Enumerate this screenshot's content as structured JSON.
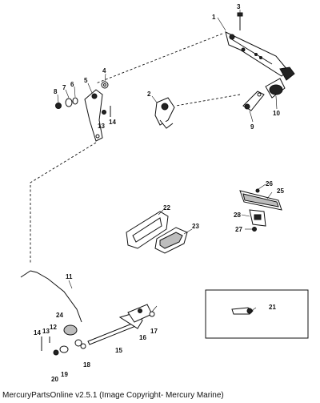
{
  "callouts": {
    "c1": "1",
    "c2": "2",
    "c3": "3",
    "c4": "4",
    "c5": "5",
    "c6": "6",
    "c7": "7",
    "c8": "8",
    "c9": "9",
    "c10": "10",
    "c11": "11",
    "c12": "12",
    "c13a": "13",
    "c13b": "13",
    "c14a": "14",
    "c14b": "14",
    "c15": "15",
    "c16": "16",
    "c17": "17",
    "c18": "18",
    "c19": "19",
    "c20": "20",
    "c21": "21",
    "c22": "22",
    "c23": "23",
    "c24": "24",
    "c25": "25",
    "c26": "26",
    "c27": "27",
    "c28": "28"
  },
  "footer": {
    "text": "MercuryPartsOnline v2.5.1 (Image Copyright- Mercury Marine)"
  }
}
